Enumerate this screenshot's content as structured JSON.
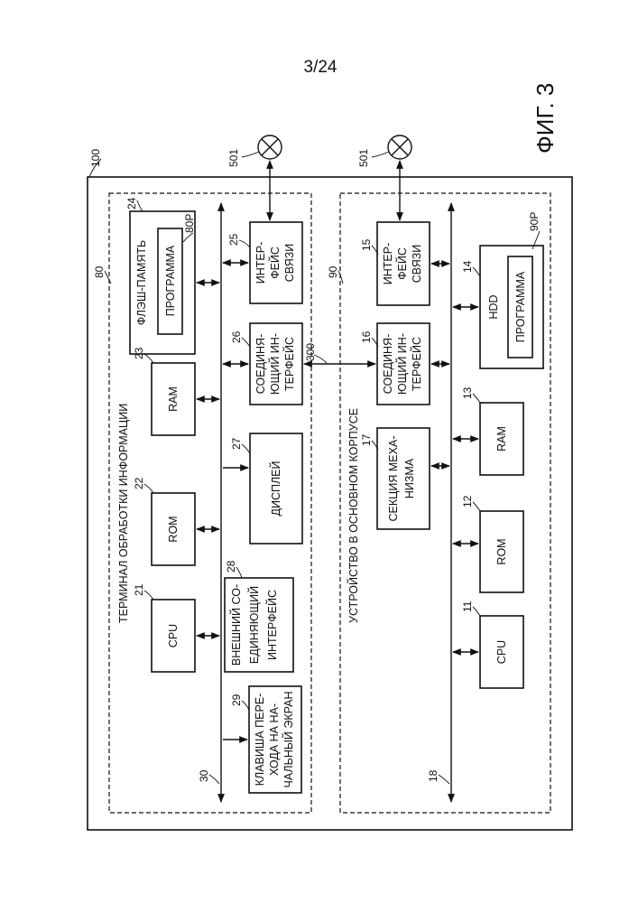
{
  "page": {
    "number": "3/24",
    "figure_label": "ФИГ. 3"
  },
  "refs": {
    "outer": "100",
    "terminal": "80",
    "main_body": "90",
    "bus_terminal": "30",
    "bus_main": "18",
    "link": "300",
    "antenna_top": "501",
    "antenna_bottom": "501"
  },
  "terminal": {
    "title": "ТЕРМИНАЛ ОБРАБОТКИ ИНФОРМАЦИИ",
    "flash": {
      "ref": "24",
      "label": "ФЛЭШ-ПАМЯТЬ",
      "program": "ПРОГРАММА",
      "program_ref": "80P"
    },
    "ram": {
      "ref": "23",
      "label": "RAM"
    },
    "rom": {
      "ref": "22",
      "label": "ROM"
    },
    "cpu": {
      "ref": "21",
      "label": "CPU"
    },
    "comm": {
      "ref": "25",
      "lines": [
        "ИНТЕР-",
        "ФЕЙС",
        "СВЯЗИ"
      ]
    },
    "conn": {
      "ref": "26",
      "lines": [
        "СОЕДИНЯ-",
        "ЮЩИЙ ИН-",
        "ТЕРФЕЙС"
      ]
    },
    "display": {
      "ref": "27",
      "label": "ДИСПЛЕЙ"
    },
    "ext": {
      "ref": "28",
      "lines": [
        "ВНЕШНИЙ СО-",
        "ЕДИНЯЮЩИЙ",
        "ИНТЕРФЕЙС"
      ]
    },
    "home": {
      "ref": "29",
      "lines": [
        "КЛАВИША ПЕРЕ-",
        "ХОДА НА НА-",
        "ЧАЛЬНЫЙ ЭКРАН"
      ]
    }
  },
  "main": {
    "title": "УСТРОЙСТВО В ОСНОВНОМ КОРПУСЕ",
    "comm": {
      "ref": "15",
      "lines": [
        "ИНТЕР-",
        "ФЕЙС",
        "СВЯЗИ"
      ]
    },
    "conn": {
      "ref": "16",
      "lines": [
        "СОЕДИНЯ-",
        "ЮЩИЙ ИН-",
        "ТЕРФЕЙС"
      ]
    },
    "mech": {
      "ref": "17",
      "lines": [
        "СЕКЦИЯ МЕХА-",
        "НИЗМА"
      ]
    },
    "hdd": {
      "ref": "14",
      "label": "HDD",
      "program": "ПРОГРАММА",
      "program_ref": "90P"
    },
    "ram": {
      "ref": "13",
      "label": "RAM"
    },
    "rom": {
      "ref": "12",
      "label": "ROM"
    },
    "cpu": {
      "ref": "11",
      "label": "CPU"
    }
  }
}
